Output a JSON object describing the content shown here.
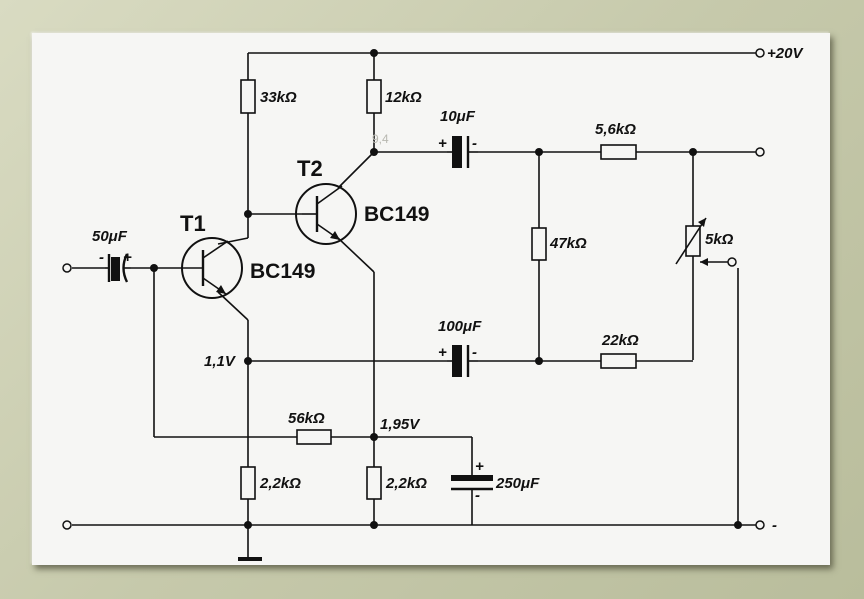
{
  "supply": {
    "label": "+20V"
  },
  "transistors": [
    {
      "name": "T1",
      "type": "BC149"
    },
    {
      "name": "T2",
      "type": "BC149"
    }
  ],
  "resistors": {
    "r_33k": "33kΩ",
    "r_12k": "12kΩ",
    "r_5_6k": "5,6kΩ",
    "r_47k": "47kΩ",
    "r_5k_pot": "5kΩ",
    "r_22k": "22kΩ",
    "r_56k": "56kΩ",
    "r_2_2k_a": "2,2kΩ",
    "r_2_2k_b": "2,2kΩ"
  },
  "capacitors": {
    "c_50u": "50μF",
    "c_10u": "10μF",
    "c_100u": "100μF",
    "c_250u": "250μF"
  },
  "voltages": {
    "v_t1_emitter": "1,1V",
    "v_t2_emitter": "1,95V"
  },
  "ground": {
    "minus_label": "-"
  },
  "faint_mark": "9,4"
}
